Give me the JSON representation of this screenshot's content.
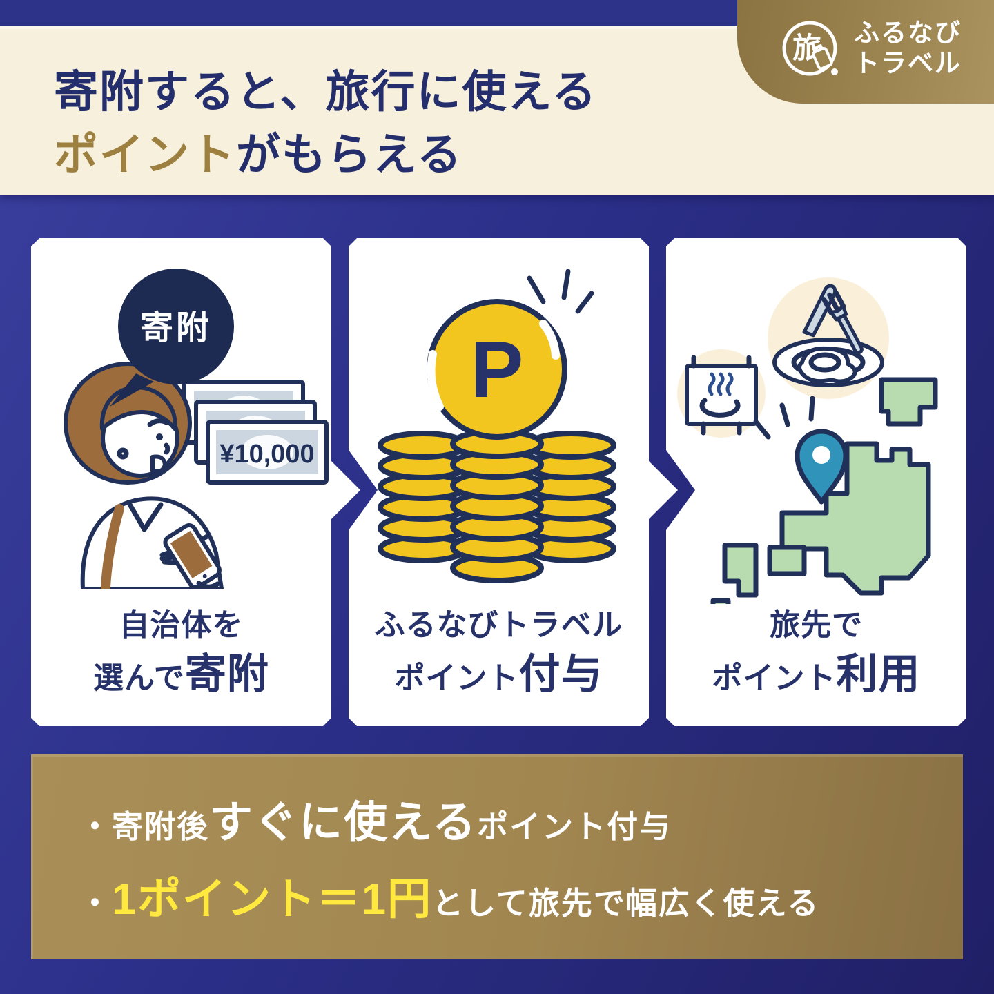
{
  "header": {
    "title_line1": "寄附すると、旅行に使える",
    "title_line2_em": "ポイント",
    "title_line2_rest": "がもらえる"
  },
  "brand": {
    "logo_kanji": "旅",
    "name_line1": "ふるなび",
    "name_line2": "トラベル"
  },
  "steps": [
    {
      "bubble_label": "寄附",
      "banknote_value": "¥10,000",
      "caption_line1": "自治体を",
      "caption_line2": "選んで",
      "caption_line2_em": "寄附"
    },
    {
      "coin_letter": "P",
      "caption_line1": "ふるなびトラベル",
      "caption_line2": "ポイント",
      "caption_line2_em": "付与"
    },
    {
      "caption_line1": "旅先で",
      "caption_line2": "ポイント",
      "caption_line2_em": "利用"
    }
  ],
  "benefits": {
    "bullet1_pre": "・寄附後",
    "bullet1_em": "すぐに使える",
    "bullet1_post": "ポイント付与",
    "bullet2_pre": "・",
    "bullet2_em": "1ポイント＝1円",
    "bullet2_post": "として旅先で幅広く使える"
  },
  "colors": {
    "bg_navy_light": "#3b409f",
    "bg_navy_dark": "#201f66",
    "top_strip_navy": "#2d3389",
    "header_cream": "#f6f0dc",
    "title_navy": "#242e6c",
    "title_gold": "#9d8040",
    "badge_gold_dark": "#8b7342",
    "badge_gold_light": "#ab9360",
    "band_gold_light": "#a98f57",
    "band_gold_dark": "#8a7144",
    "highlight_yellow": "#ffe93e",
    "caption_navy": "#263269",
    "bubble_navy": "#1d2a52",
    "outline_navy": "#203058",
    "coin_yellow": "#f3c51f",
    "map_green": "#b8dcb0",
    "pin_blue": "#2f93ba",
    "hair_brown": "#9c6c3c",
    "note_panel": "#ccd6e1",
    "cutlery_gray": "#cdd9e2",
    "egg_yolk": "#efb41f",
    "steam_blue": "#2d4f8e",
    "card_white": "#ffffff"
  }
}
